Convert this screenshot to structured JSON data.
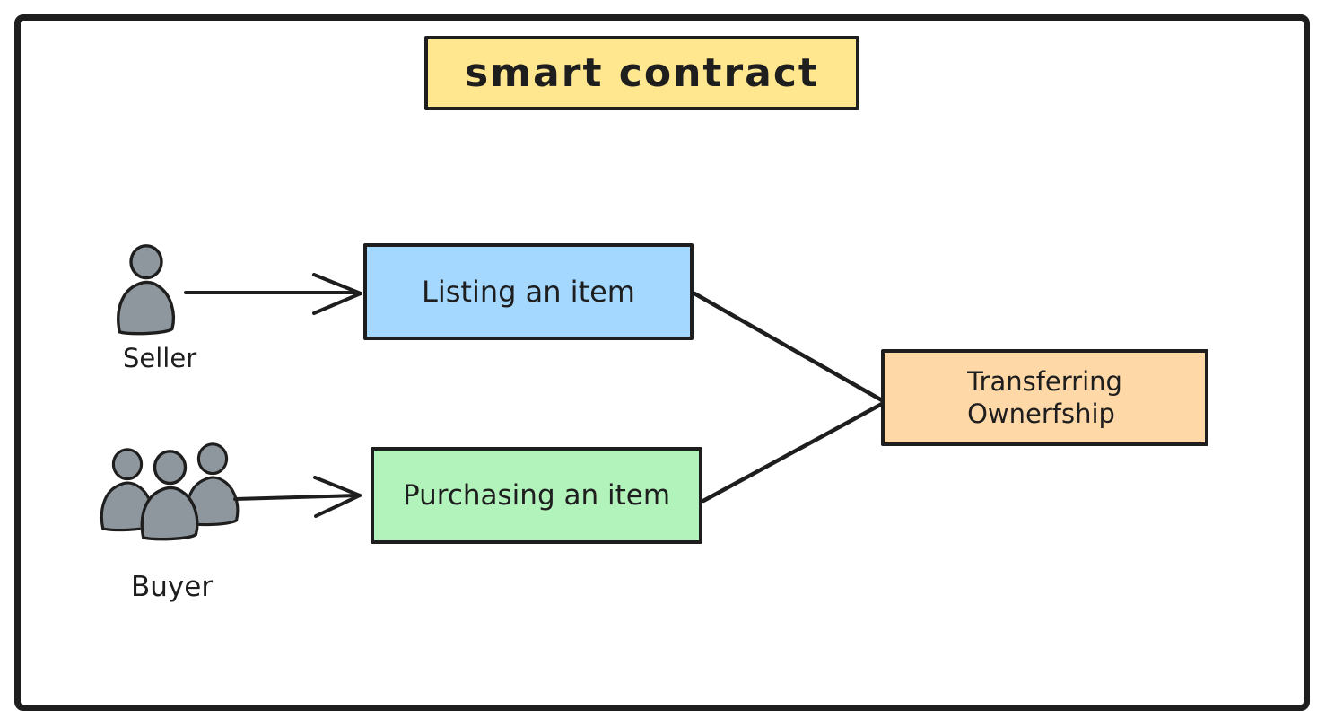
{
  "diagram": {
    "title": "smart contract",
    "actors": [
      {
        "id": "seller",
        "label": "Seller",
        "icon": "person-icon"
      },
      {
        "id": "buyer",
        "label": "Buyer",
        "icon": "people-group-icon"
      }
    ],
    "nodes": [
      {
        "id": "listing",
        "label": "Listing an item"
      },
      {
        "id": "purchasing",
        "label": "Purchasing an item"
      },
      {
        "id": "transfer",
        "label_line1": "Transferring",
        "label_line2": "Ownerfship"
      }
    ],
    "edges": [
      {
        "from": "seller",
        "to": "listing",
        "type": "arrow"
      },
      {
        "from": "buyer",
        "to": "purchasing",
        "type": "arrow"
      },
      {
        "from": "listing",
        "to": "transfer",
        "type": "line"
      },
      {
        "from": "purchasing",
        "to": "transfer",
        "type": "line"
      }
    ],
    "colors": {
      "stroke": "#1e1e1e",
      "title_fill": "#ffe78f",
      "listing_fill": "#a5d8ff",
      "purchasing_fill": "#b2f2bb",
      "transfer_fill": "#ffd8a8",
      "actor_fill": "#8e979e",
      "background": "#ffffff"
    }
  }
}
